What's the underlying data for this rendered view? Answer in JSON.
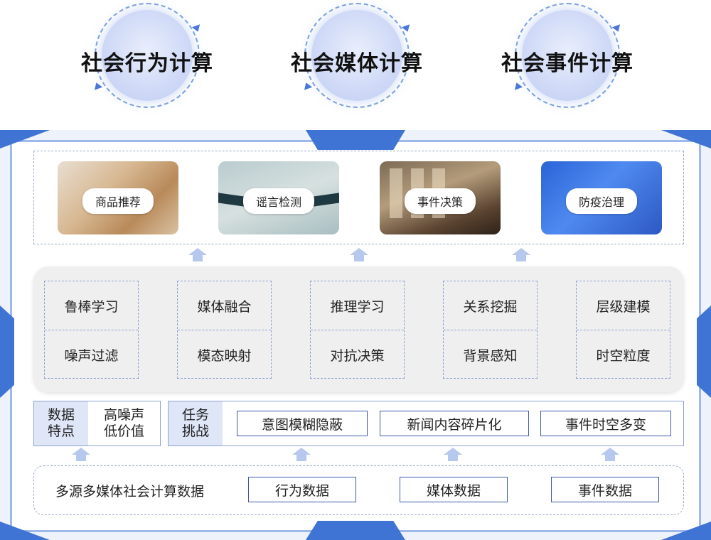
{
  "topics": [
    "社会行为计算",
    "社会媒体计算",
    "社会事件计算"
  ],
  "applications": [
    "商品推荐",
    "谣言检测",
    "事件决策",
    "防疫治理"
  ],
  "methods": [
    {
      "top": "鲁棒学习",
      "bottom": "噪声过滤"
    },
    {
      "top": "媒体融合",
      "bottom": "模态映射"
    },
    {
      "top": "推理学习",
      "bottom": "对抗决策"
    },
    {
      "top": "关系挖掘",
      "bottom": "背景感知"
    },
    {
      "top": "层级建模",
      "bottom": "时空粒度"
    }
  ],
  "data_features": {
    "label": "数据特点",
    "value": "高噪声低价值"
  },
  "task_challenges": {
    "label": "任务挑战",
    "items": [
      "意图模糊隐蔽",
      "新闻内容碎片化",
      "事件时空多变"
    ]
  },
  "data_sources": {
    "title": "多源多媒体社会计算数据",
    "items": [
      "行为数据",
      "媒体数据",
      "事件数据"
    ]
  },
  "colors": {
    "accent": "#3f73d4",
    "frame": "#9db8ea",
    "arrow": "#b7c8ee"
  }
}
